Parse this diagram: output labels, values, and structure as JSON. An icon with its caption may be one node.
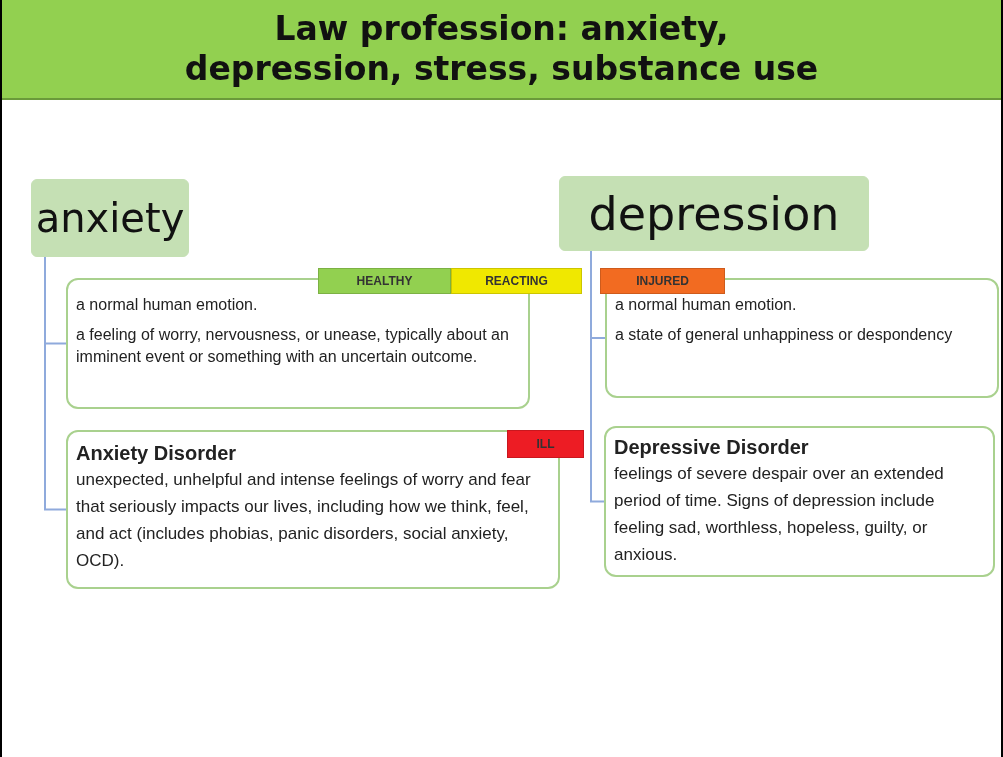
{
  "diagram": {
    "title": "Law profession: anxiety, depression, stress, substance use",
    "nodes": [
      {
        "text": [
          "anxiety"
        ]
      },
      {
        "text": [
          "depression"
        ]
      },
      {
        "text": [
          "HEALTHY"
        ]
      },
      {
        "text": [
          "REACTING"
        ]
      },
      {
        "text": [
          "INJURED"
        ]
      },
      {
        "text": [
          "a normal human emotion.",
          "a feeling of worry, nervousness, or unease, typically about an imminent event or something with an uncertain outcome."
        ]
      },
      {
        "text": [
          "a normal human emotion.",
          "a state of general unhappiness or despondency"
        ]
      },
      {
        "text": [
          "ILL"
        ]
      },
      {
        "text": [
          "Anxiety Disorder",
          "unexpected, unhelpful and intense feelings of worry and fear that seriously impacts our lives, including how we think, feel, and act (includes phobias, panic disorders, social anxiety, OCD)."
        ]
      },
      {
        "text": [
          "Depressive Disorder",
          "feelings of severe despair over an extended period of time. Signs of depression include feeling sad, worthless, hopeless, guilty, or anxious."
        ]
      }
    ],
    "edges": [
      {
        "from": 0,
        "to": 5,
        "arrow": "none"
      },
      {
        "from": 0,
        "to": 8,
        "arrow": "none"
      },
      {
        "from": 1,
        "to": 6,
        "arrow": "none"
      },
      {
        "from": 1,
        "to": 9,
        "arrow": "none"
      }
    ]
  }
}
